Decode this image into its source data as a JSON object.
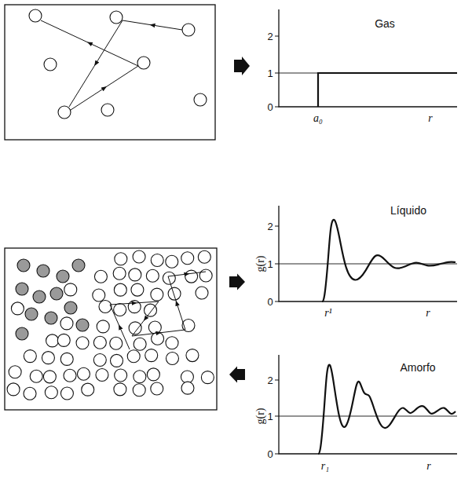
{
  "diagram": {
    "labels": [
      "Gas",
      "2",
      "1",
      "0",
      "a₀",
      "r",
      "Líquido",
      "2",
      "1",
      "0",
      "g(r)",
      "r¹",
      "r",
      "Amorfo",
      "2",
      "1",
      "0",
      "g(r)",
      "r₁",
      "r"
    ]
  }
}
